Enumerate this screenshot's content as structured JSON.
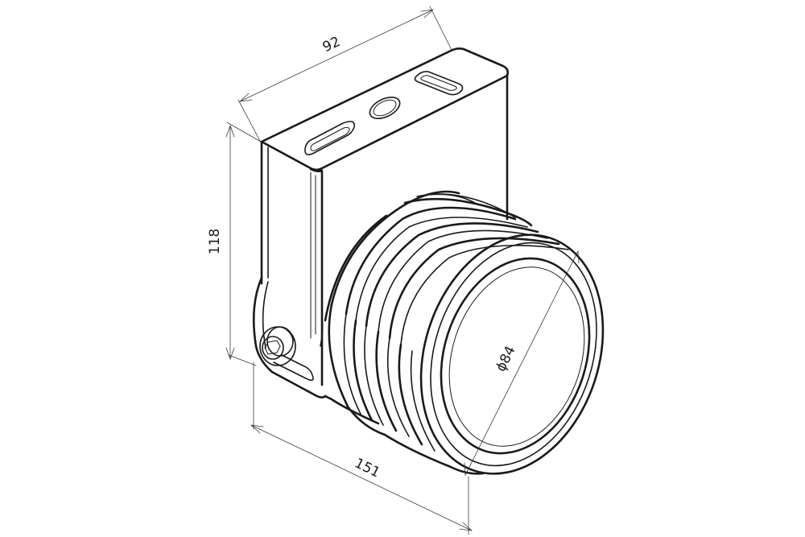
{
  "dimensions": {
    "width": "92",
    "height": "118",
    "length": "151",
    "diameter": "ϕ84"
  }
}
